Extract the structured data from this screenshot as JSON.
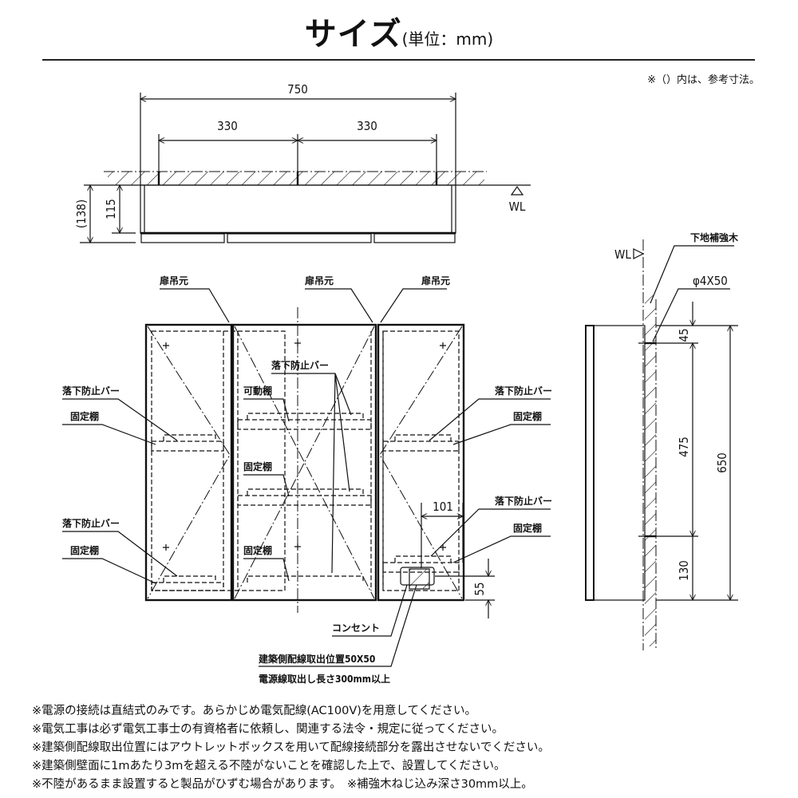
{
  "header": {
    "title": "サイズ",
    "unit": "(単位：mm)",
    "reference_note": "※（）内は、参考寸法。"
  },
  "top_view": {
    "width_total": "750",
    "pitch_left": "330",
    "pitch_right": "330",
    "depth_body": "115",
    "depth_total": "(138)",
    "wall_line": "WL"
  },
  "front_view": {
    "hinge_labels": [
      "扉吊元",
      "扉吊元",
      "扉吊元"
    ],
    "left": {
      "bar_upper": "落下防止バー",
      "shelf_upper": "固定棚",
      "bar_lower": "落下防止バー",
      "shelf_lower": "固定棚"
    },
    "middle": {
      "bar": "落下防止バー",
      "movable_shelf": "可動棚",
      "fixed_shelf_1": "固定棚",
      "fixed_shelf_2": "固定棚"
    },
    "right": {
      "bar_upper": "落下防止バー",
      "shelf_upper": "固定棚",
      "bar_lower": "落下防止バー",
      "shelf_lower": "固定棚"
    },
    "outlet_offset": "101",
    "outlet_height": "55",
    "outlet_label": "コンセント",
    "wiring_position": "建築側配線取出位置50X50",
    "cable_length": "電源線取出し長さ300mm以上"
  },
  "side_view": {
    "wall_line": "WL",
    "reinforcement": "下地補強木",
    "screw": "φ4X50",
    "dim_top": "45",
    "dim_middle": "475",
    "dim_bottom": "130",
    "dim_total": "650"
  },
  "notes": [
    "※電源の接続は直結式のみです。あらかじめ電気配線(AC100V)を用意してください。",
    "※電気工事は必ず電気工事士の有資格者に依頼し、関連する法令・規定に従ってください。",
    "※建築側配線取出位置にはアウトレットボックスを用いて配線接続部分を露出させないでください。",
    "※建築側壁面に1mあたり3mを超える不陸がないことを確認した上で、設置してください。",
    "※不陸があるまま設置すると製品がひずむ場合があります。　※補強木ねじ込み深さ30mm以上。"
  ]
}
